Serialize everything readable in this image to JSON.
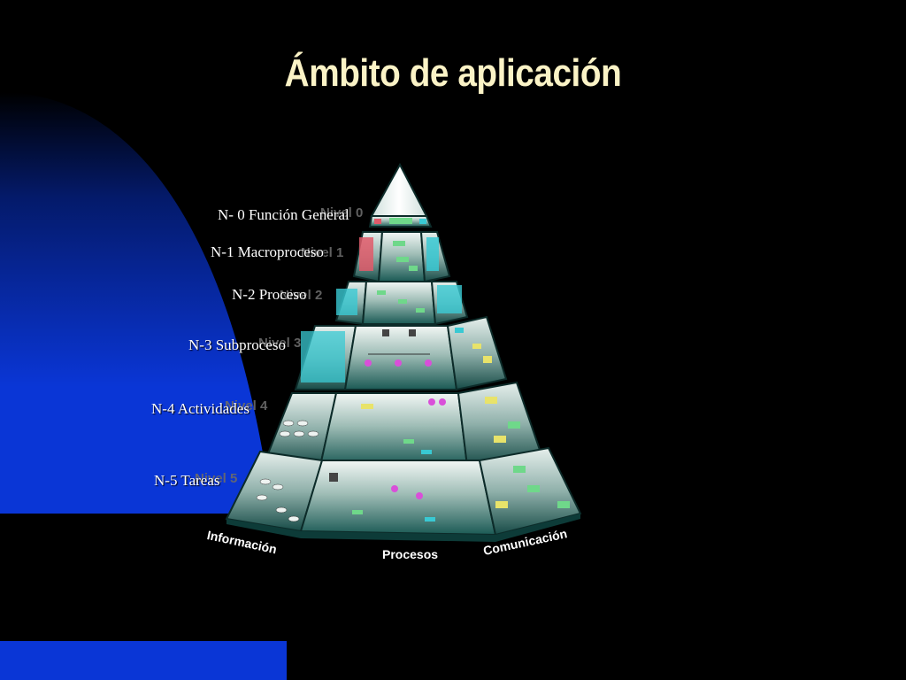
{
  "title": "Ámbito de aplicación",
  "levels": [
    {
      "label": "N- 0 Función General",
      "ghost": "Nivel 0"
    },
    {
      "label": "N-1 Macroproceso",
      "ghost": "Nivel 1"
    },
    {
      "label": "N-2 Proceso",
      "ghost": "Nivel 2"
    },
    {
      "label": "N-3 Subproceso",
      "ghost": "Nivel 3"
    },
    {
      "label": "N-4 Actividades",
      "ghost": "Nivel 4"
    },
    {
      "label": "N-5 Tareas",
      "ghost": "Nivel 5"
    }
  ],
  "faces": {
    "left": "Información",
    "front": "Procesos",
    "right": "Comunicación"
  },
  "colors": {
    "background": "#000000",
    "accent_blue": "#0a36d6",
    "title": "#fbf3c6",
    "pyramid_teal": "#1f6a66"
  }
}
